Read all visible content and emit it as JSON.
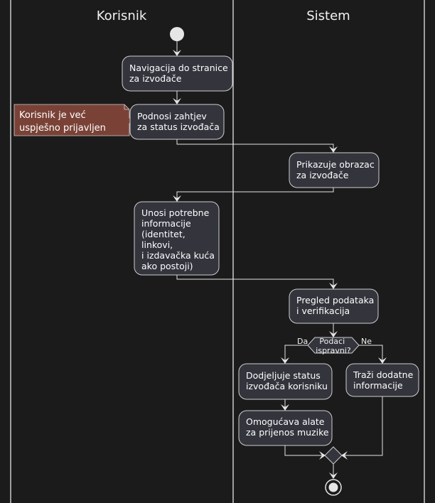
{
  "swimlanes": [
    {
      "title": "Korisnik"
    },
    {
      "title": "Sistem"
    }
  ],
  "activities": [
    {
      "id": "nav",
      "lines": [
        "Navigacija do stranice",
        "za izvođače"
      ]
    },
    {
      "id": "submit",
      "lines": [
        "Podnosi zahtjev",
        "za status izvođača"
      ]
    },
    {
      "id": "show_form",
      "lines": [
        "Prikazuje obrazac",
        "za izvođače"
      ]
    },
    {
      "id": "enter_info",
      "lines": [
        "Unosi potrebne",
        "informacije",
        "(identitet,",
        "linkovi,",
        "i izdavačka kuća",
        "ako postoji)"
      ]
    },
    {
      "id": "review",
      "lines": [
        "Pregled podataka",
        "i verifikacija"
      ]
    },
    {
      "id": "assign",
      "lines": [
        "Dodjeljuje status",
        "izvođača korisniku"
      ]
    },
    {
      "id": "request_more",
      "lines": [
        "Traži dodatne",
        "informacije"
      ]
    },
    {
      "id": "enable_tools",
      "lines": [
        "Omogućava alate",
        "za prijenos muzike"
      ]
    }
  ],
  "note": {
    "lines": [
      "Korisnik je već",
      "uspješno prijavljen"
    ]
  },
  "decision": {
    "lines": [
      "Podaci",
      "ispravni?"
    ],
    "yes_label": "Da",
    "no_label": "Ne"
  },
  "colors": {
    "background": "#1b1b1b",
    "activity_fill": "#33343c",
    "note_fill": "#7a4237",
    "line": "#e6e6e6"
  }
}
